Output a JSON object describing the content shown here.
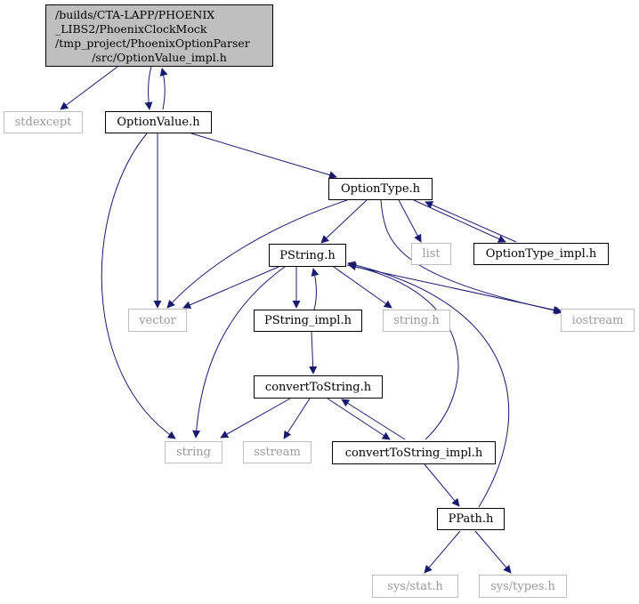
{
  "diagram": {
    "arrow_color": "#191970",
    "external_text_color": "#9a9a9a",
    "external_border_color": "#bfbfbf",
    "root_fill": "#bfbfbf",
    "root": {
      "lines": [
        "/builds/CTA-LAPP/PHOENIX",
        "_LIBS2/PhoenixClockMock",
        "/tmp_project/PhoenixOptionParser",
        "/src/OptionValue_impl.h"
      ]
    },
    "nodes": {
      "stdexcept": "stdexcept",
      "optionvalue": "OptionValue.h",
      "optiontype": "OptionType.h",
      "list": "list",
      "optiontype_impl": "OptionType_impl.h",
      "pstring": "PString.h",
      "vector": "vector",
      "pstring_impl": "PString_impl.h",
      "string_h": "string.h",
      "iostream": "iostream",
      "converttostring": "convertToString.h",
      "string": "string",
      "sstream": "sstream",
      "converttostring_impl": "convertToString_impl.h",
      "ppath": "PPath.h",
      "sys_stat": "sys/stat.h",
      "sys_types": "sys/types.h"
    }
  }
}
